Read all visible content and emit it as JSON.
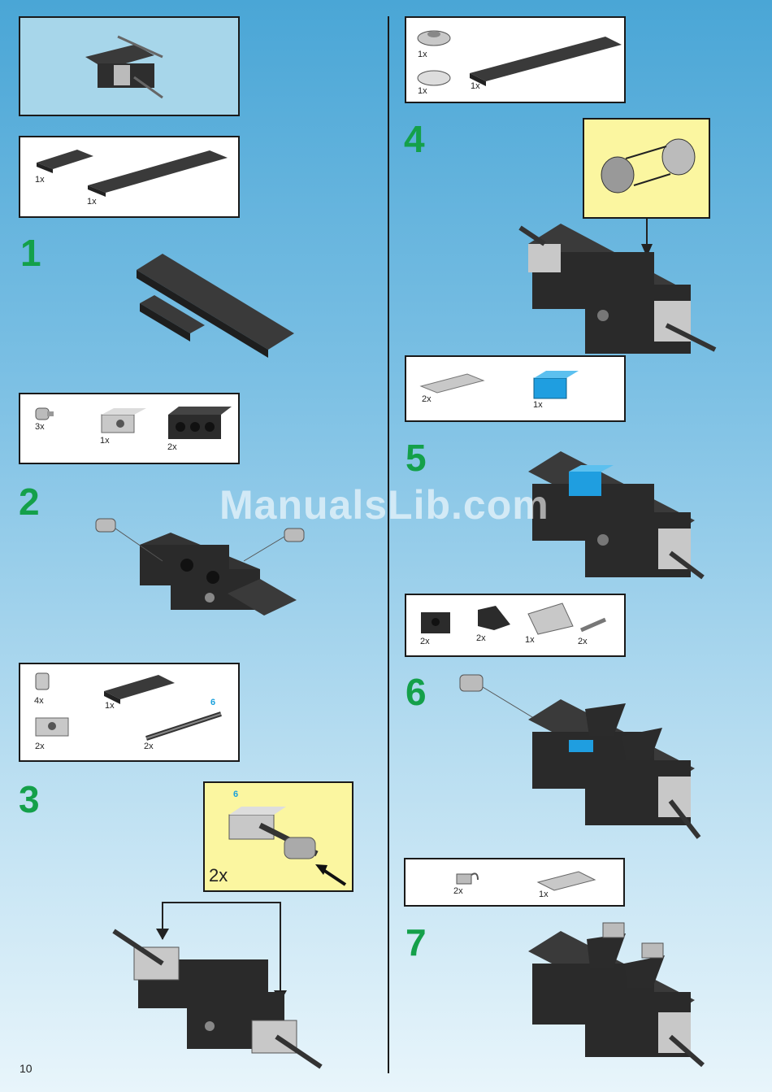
{
  "page_number": "10",
  "watermark": "ManualsLib.com",
  "steps": [
    {
      "number": "1"
    },
    {
      "number": "2"
    },
    {
      "number": "3"
    },
    {
      "number": "4"
    },
    {
      "number": "5"
    },
    {
      "number": "6"
    },
    {
      "number": "7"
    }
  ],
  "parts_lists": {
    "step1": [
      "1x",
      "1x"
    ],
    "step2": [
      "3x",
      "1x",
      "2x"
    ],
    "step3": [
      "4x",
      "1x",
      "2x",
      "2x"
    ],
    "step4": [
      "1x",
      "1x",
      "1x"
    ],
    "step5": [
      "2x",
      "1x"
    ],
    "step6": [
      "2x",
      "2x",
      "1x",
      "2x"
    ],
    "step7": [
      "2x",
      "1x"
    ]
  },
  "axle_length_label": "6",
  "callout_length_label": "6",
  "callout_quantity": "2x",
  "colors": {
    "step_number": "#14a04a",
    "callout_bg": "#fbf6a0",
    "preview_bg": "#a7d6ea",
    "brick_dark": "#3a3a3a",
    "brick_light": "#bfbfbf",
    "brick_blue": "#1f9ee0"
  }
}
